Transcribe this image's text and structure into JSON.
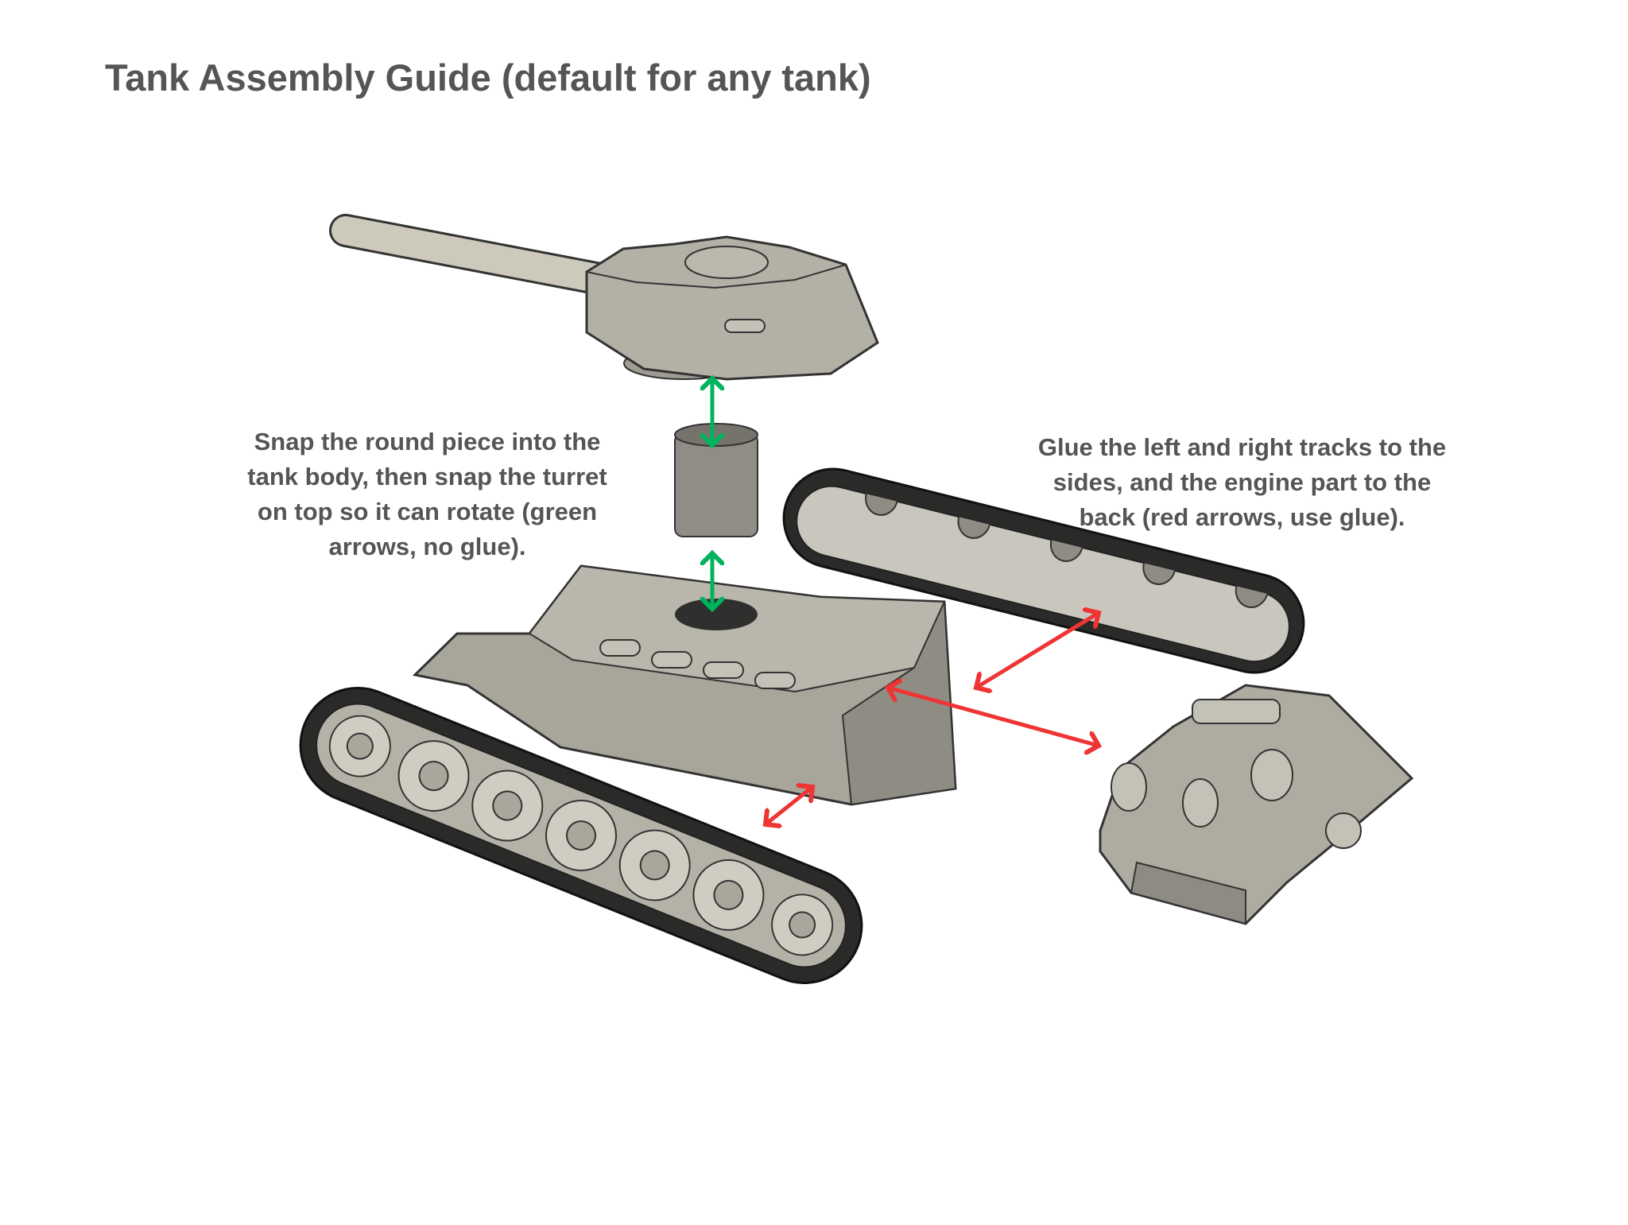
{
  "title": "Tank Assembly Guide (default for any tank)",
  "notes": {
    "left": "Snap the round piece into the tank body, then snap the turret on top so it can rotate (green arrows, no glue).",
    "right": "Glue the left and right tracks to the sides, and the engine part to the back (red arrows, use glue)."
  },
  "colors": {
    "snap_arrow": "#00b35c",
    "glue_arrow": "#ef3434",
    "part": "#aaa79d",
    "track": "#2a2a28",
    "text": "#555555"
  }
}
